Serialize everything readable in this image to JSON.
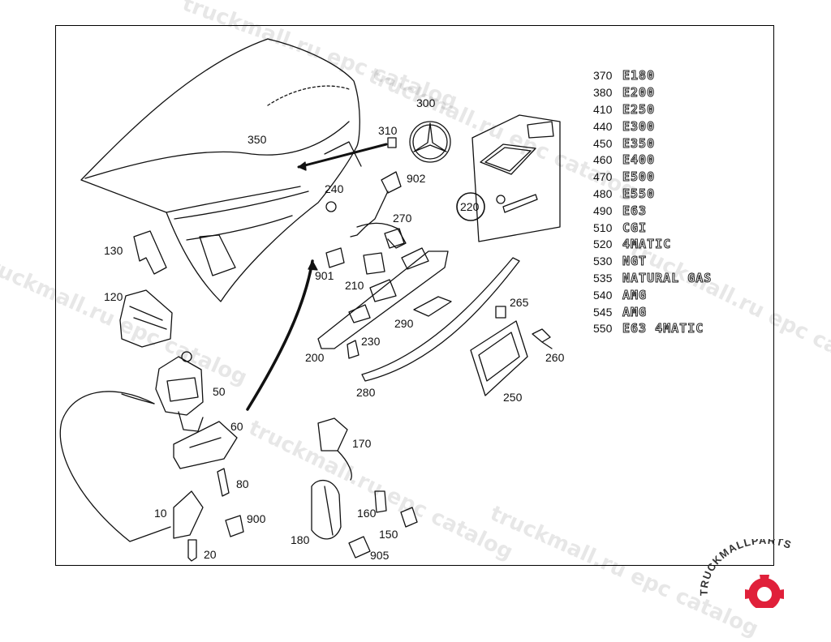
{
  "callouts": {
    "c350": "350",
    "c300": "300",
    "c310": "310",
    "c902": "902",
    "c240": "240",
    "c220": "220",
    "c270": "270",
    "c130": "130",
    "c901": "901",
    "c210": "210",
    "c120": "120",
    "c290": "290",
    "c265": "265",
    "c230": "230",
    "c200": "200",
    "c260": "260",
    "c280": "280",
    "c250": "250",
    "c50": "50",
    "c60": "60",
    "c170": "170",
    "c80": "80",
    "c10": "10",
    "c900": "900",
    "c160": "160",
    "c180": "180",
    "c150": "150",
    "c20": "20",
    "c905": "905"
  },
  "legend": [
    {
      "num": "370",
      "badge": "E180"
    },
    {
      "num": "380",
      "badge": "E200"
    },
    {
      "num": "410",
      "badge": "E250"
    },
    {
      "num": "440",
      "badge": "E300"
    },
    {
      "num": "450",
      "badge": "E350"
    },
    {
      "num": "460",
      "badge": "E400"
    },
    {
      "num": "470",
      "badge": "E500"
    },
    {
      "num": "480",
      "badge": "E550"
    },
    {
      "num": "490",
      "badge": "E63"
    },
    {
      "num": "510",
      "badge": "CGI"
    },
    {
      "num": "520",
      "badge": "4MATIC"
    },
    {
      "num": "530",
      "badge": "NGT"
    },
    {
      "num": "535",
      "badge": "NATURAL GAS"
    },
    {
      "num": "540",
      "badge": "AMG"
    },
    {
      "num": "545",
      "badge": "AMG"
    },
    {
      "num": "550",
      "badge": "E63 4MATIC"
    }
  ],
  "watermarks": {
    "w1": "truckmall.ru epc catalog",
    "w2": "truckmall.ru epc catalog",
    "w3": "truckmall.ru epc catalog",
    "w4": "truckmall.ru epc catalog",
    "w5": "truckmall.ru epc catalog",
    "w6": "truckmall.ru epc catalog"
  },
  "brand": {
    "text": "TRUCKMALLPARTS",
    "color_dark": "#333333",
    "color_accent": "#e0203a"
  }
}
